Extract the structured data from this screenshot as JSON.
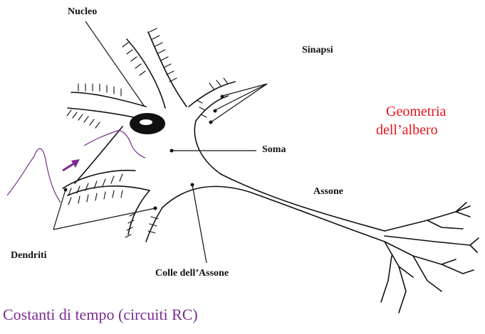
{
  "labels": {
    "nucleus": "Nucleo",
    "synapses": "Sinapsi",
    "soma": "Soma",
    "axon": "Assone",
    "dendrites": "Dendriti",
    "axon_hillock": "Colle dell’Assone"
  },
  "annotations": {
    "tree_geometry_line1": "Geometria",
    "tree_geometry_line2": "dell’albero",
    "time_constants": "Costanti di tempo (circuiti RC)"
  },
  "colors": {
    "red_text": "#e8121b",
    "purple": "#7a2d8f",
    "ink": "#111111"
  }
}
